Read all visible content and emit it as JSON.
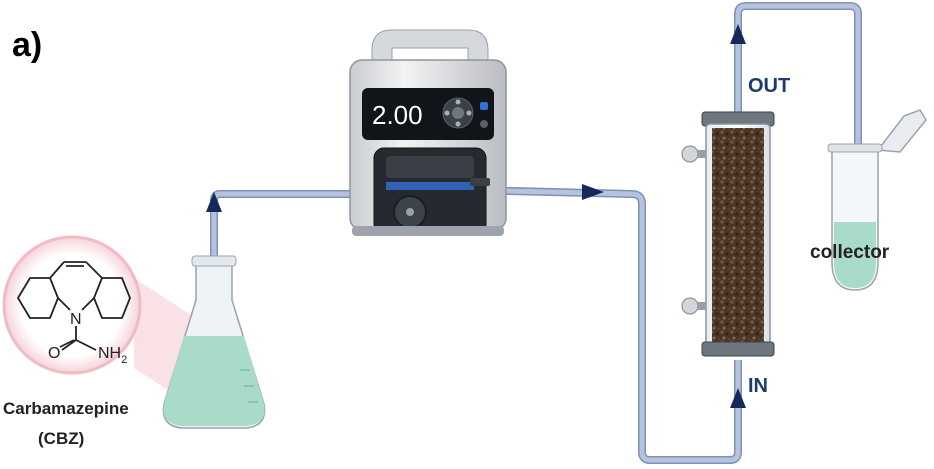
{
  "panel_label": "a)",
  "pump": {
    "display_value": "2.00"
  },
  "column": {
    "outlet_label": "OUT",
    "inlet_label": "IN"
  },
  "collector": {
    "label": "collector"
  },
  "reagent": {
    "name": "Carbamazepine",
    "abbreviation": "(CBZ)",
    "structure_atoms": {
      "nitrogen": "N",
      "oxygen": "O",
      "amine": "NH",
      "amine_subscript": "2"
    }
  },
  "colors": {
    "tubing": "#a9b7d3",
    "tubing_edge": "#7f91b8",
    "flow_arrow": "#15285a",
    "label_text": "#1d3b6b",
    "liquid": "#a8dcc8",
    "structure_circle": "#f4c9cf",
    "packing": "#4a3626"
  },
  "icons": [
    "flow-direction-arrow",
    "peristaltic-pump",
    "packed-column",
    "collection-tube",
    "erlenmeyer-flask"
  ]
}
